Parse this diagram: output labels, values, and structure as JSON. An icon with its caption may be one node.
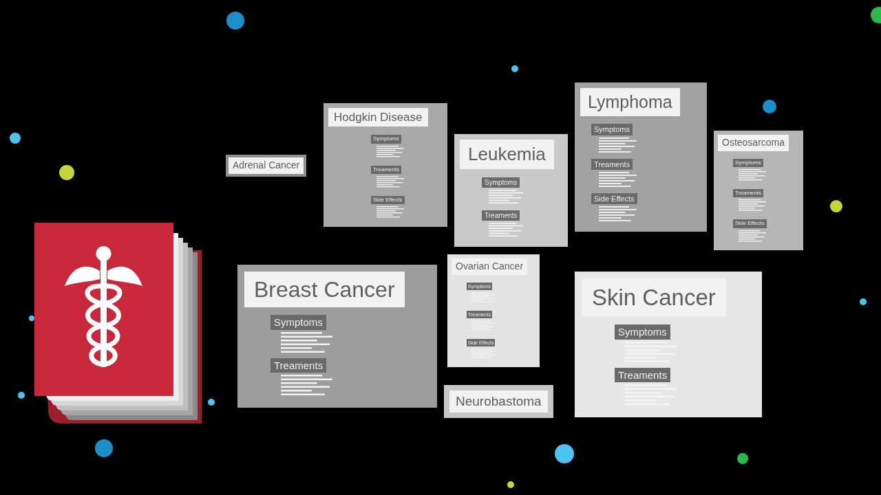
{
  "diagram": {
    "nodes": [
      {
        "text": [
          "Hodgkin Disease",
          "Symptoms",
          "Treaments",
          "Side Effects"
        ]
      },
      {
        "text": [
          "Adrenal Cancer"
        ]
      },
      {
        "text": [
          "Leukemia",
          "Symptoms",
          "Treaments"
        ]
      },
      {
        "text": [
          "Lymphoma",
          "Symptoms",
          "Treaments",
          "Side Effects"
        ]
      },
      {
        "text": [
          "Osteosarcoma",
          "Symptoms",
          "Treaments",
          "Side Effects"
        ]
      },
      {
        "text": [
          "Ovarian Cancer",
          "Symptoms",
          "Treaments",
          "Side Effects"
        ]
      },
      {
        "text": [
          "Breast Cancer",
          "Symptoms",
          "Treaments"
        ]
      },
      {
        "text": [
          "Neurobastoma"
        ]
      },
      {
        "text": [
          "Skin Cancer",
          "Symptoms",
          "Treaments"
        ]
      }
    ]
  }
}
